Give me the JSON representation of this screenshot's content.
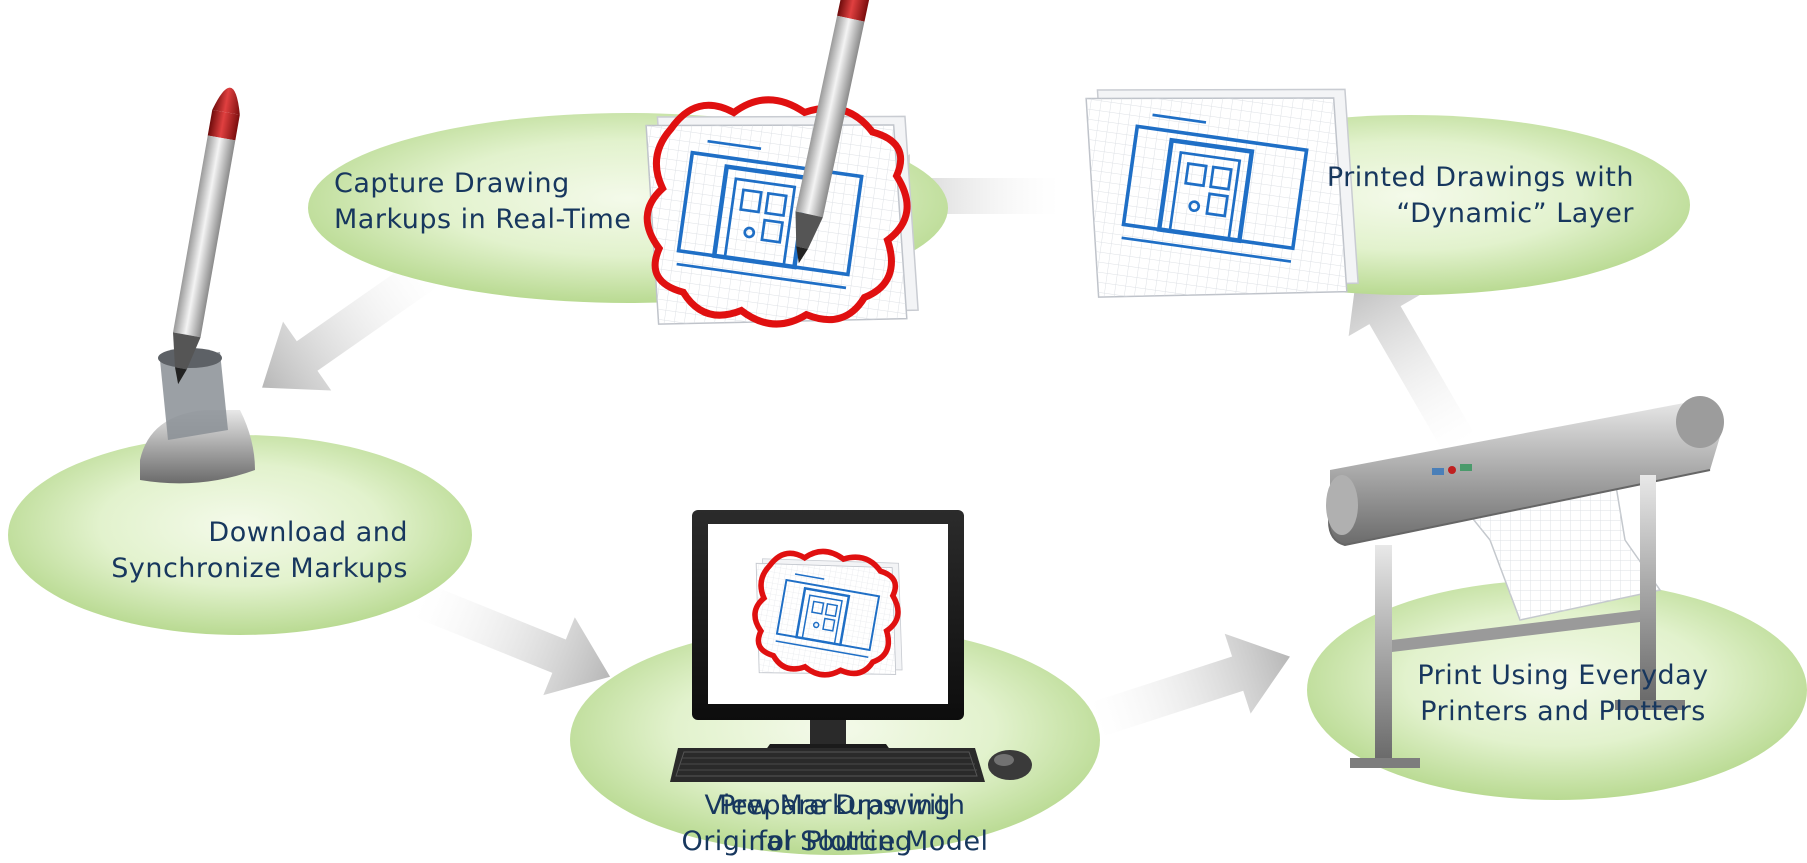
{
  "diagram": {
    "nodes": [
      {
        "id": "capture",
        "lines": [
          "Capture Drawing",
          "Markups in Real-Time"
        ]
      },
      {
        "id": "printed",
        "lines": [
          "Printed Drawings with",
          "“Dynamic” Layer"
        ]
      },
      {
        "id": "download",
        "lines": [
          "Download and",
          "Synchronize Markups"
        ]
      },
      {
        "id": "view_a",
        "lines": [
          "View Markups with",
          "Original Source Model"
        ]
      },
      {
        "id": "view_b",
        "lines": [
          "Prepare Drawing",
          "for Plotting"
        ]
      },
      {
        "id": "print",
        "lines": [
          "Print Using Everyday",
          "Printers and Plotters"
        ]
      }
    ],
    "colors": {
      "ellipse_light": "#f2f9e8",
      "ellipse_mid": "#d9eec0",
      "ellipse_dark": "#b6d88e",
      "arrow": "#c8c8c8",
      "label": "#17375e",
      "blueprint": "#1f6fc6",
      "markup": "#e01010",
      "pen_tip": "#b01515"
    },
    "icons": [
      "digital-pen-icon",
      "pen-dock-icon",
      "drawing-sheet-icon",
      "monitor-icon",
      "keyboard-icon",
      "mouse-icon",
      "plotter-icon"
    ]
  }
}
